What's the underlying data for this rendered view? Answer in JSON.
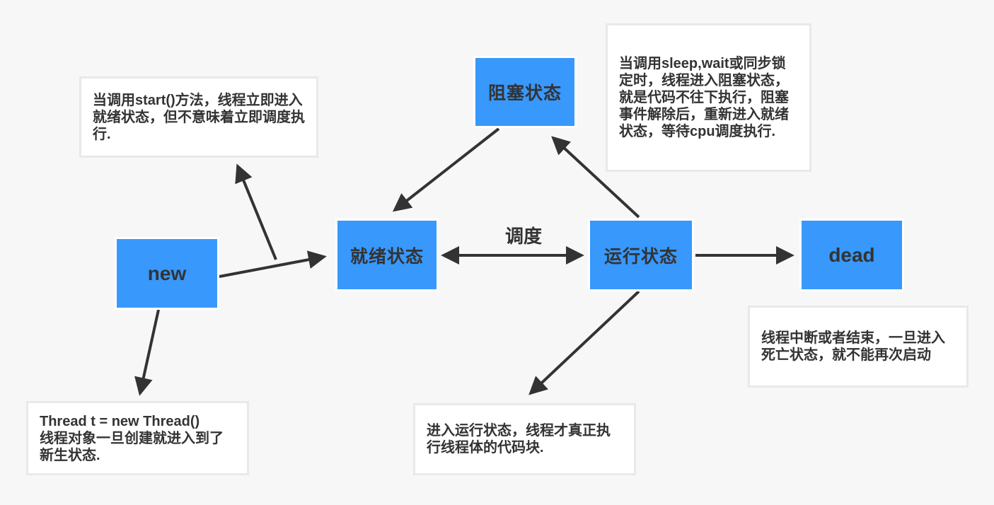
{
  "diagram": {
    "type": "flowchart",
    "topic": "java-thread-lifecycle",
    "colors": {
      "background": "#f7f7f7",
      "node_fill": "#3898fb",
      "node_border": "#ffffff",
      "text": "#333333",
      "note_bg": "#ffffff",
      "note_border": "#e9e9e9",
      "arrow": "#333333"
    },
    "nodes": {
      "new": {
        "label": "new"
      },
      "ready": {
        "label": "就绪状态"
      },
      "blocked": {
        "label": "阻塞状态"
      },
      "running": {
        "label": "运行状态"
      },
      "dead": {
        "label": "dead"
      }
    },
    "edge_labels": {
      "schedule": "调度"
    },
    "edges": [
      {
        "from": "new",
        "to": "ready",
        "arrowheads": "end"
      },
      {
        "from": "new-ready-line",
        "to": "note-start",
        "arrowheads": "end"
      },
      {
        "from": "new",
        "to": "note-new",
        "arrowheads": "end"
      },
      {
        "from": "blocked",
        "to": "ready",
        "arrowheads": "end"
      },
      {
        "from": "running",
        "to": "blocked",
        "arrowheads": "end"
      },
      {
        "from": "ready",
        "to": "running",
        "arrowheads": "both",
        "label": "调度"
      },
      {
        "from": "running",
        "to": "dead",
        "arrowheads": "end"
      },
      {
        "from": "running",
        "to": "note-running",
        "arrowheads": "end"
      }
    ],
    "notes": {
      "start": "当调用start()方法，线程立即进入就绪状态，但不意味着立即调度执行.",
      "blocked": "当调用sleep,wait或同步锁定时，线程进入阻塞状态，就是代码不往下执行，阻塞事件解除后，重新进入就绪状态，等待cpu调度执行.",
      "new_code": "Thread t = new Thread()",
      "new_text": "线程对象一旦创建就进入到了新生状态.",
      "running": "进入运行状态，线程才真正执行线程体的代码块.",
      "dead": "线程中断或者结束，一旦进入死亡状态，就不能再次启动"
    }
  }
}
